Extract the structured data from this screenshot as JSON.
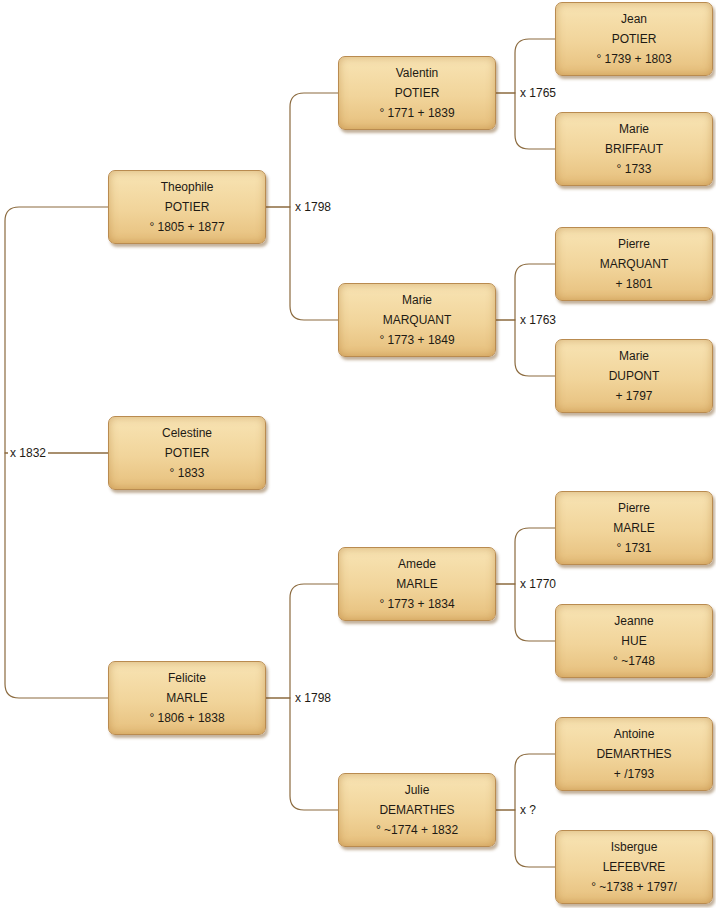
{
  "diagram": {
    "nodes": [
      {
        "text": [
          "Celestine",
          "POTIER",
          "° 1833"
        ]
      },
      {
        "text": [
          "Theophile",
          "POTIER",
          "° 1805 + 1877"
        ]
      },
      {
        "text": [
          "Felicite",
          "MARLE",
          "° 1806 + 1838"
        ]
      },
      {
        "text": [
          "Valentin",
          "POTIER",
          "° 1771 + 1839"
        ]
      },
      {
        "text": [
          "Marie",
          "MARQUANT",
          "° 1773 + 1849"
        ]
      },
      {
        "text": [
          "Amede",
          "MARLE",
          "° 1773 + 1834"
        ]
      },
      {
        "text": [
          "Julie",
          "DEMARTHES",
          "° ~1774 + 1832"
        ]
      },
      {
        "text": [
          "Jean",
          "POTIER",
          "° 1739 + 1803"
        ]
      },
      {
        "text": [
          "Marie",
          "BRIFFAUT",
          "° 1733"
        ]
      },
      {
        "text": [
          "Pierre",
          "MARQUANT",
          "+ 1801"
        ]
      },
      {
        "text": [
          "Marie",
          "DUPONT",
          "+ 1797"
        ]
      },
      {
        "text": [
          "Pierre",
          "MARLE",
          "° 1731"
        ]
      },
      {
        "text": [
          "Jeanne",
          "HUE",
          "° ~1748"
        ]
      },
      {
        "text": [
          "Antoine",
          "DEMARTHES",
          "+ /1793"
        ]
      },
      {
        "text": [
          "Isbergue",
          "LEFEBVRE",
          "° ~1738 + 1797/"
        ]
      }
    ],
    "edges": [
      {
        "from": 0,
        "to": 1,
        "label": "x 1832",
        "arrow": "none"
      },
      {
        "from": 0,
        "to": 2,
        "arrow": "none"
      },
      {
        "from": 1,
        "to": 3,
        "label": "x 1798",
        "arrow": "none"
      },
      {
        "from": 1,
        "to": 4,
        "arrow": "none"
      },
      {
        "from": 2,
        "to": 5,
        "label": "x 1798",
        "arrow": "none"
      },
      {
        "from": 2,
        "to": 6,
        "arrow": "none"
      },
      {
        "from": 3,
        "to": 7,
        "label": "x 1765",
        "arrow": "none"
      },
      {
        "from": 3,
        "to": 8,
        "arrow": "none"
      },
      {
        "from": 4,
        "to": 9,
        "label": "x 1763",
        "arrow": "none"
      },
      {
        "from": 4,
        "to": 10,
        "arrow": "none"
      },
      {
        "from": 5,
        "to": 11,
        "label": "x 1770",
        "arrow": "none"
      },
      {
        "from": 5,
        "to": 12,
        "arrow": "none"
      },
      {
        "from": 6,
        "to": 13,
        "label": "x ?",
        "arrow": "none"
      },
      {
        "from": 6,
        "to": 14,
        "arrow": "none"
      }
    ]
  }
}
